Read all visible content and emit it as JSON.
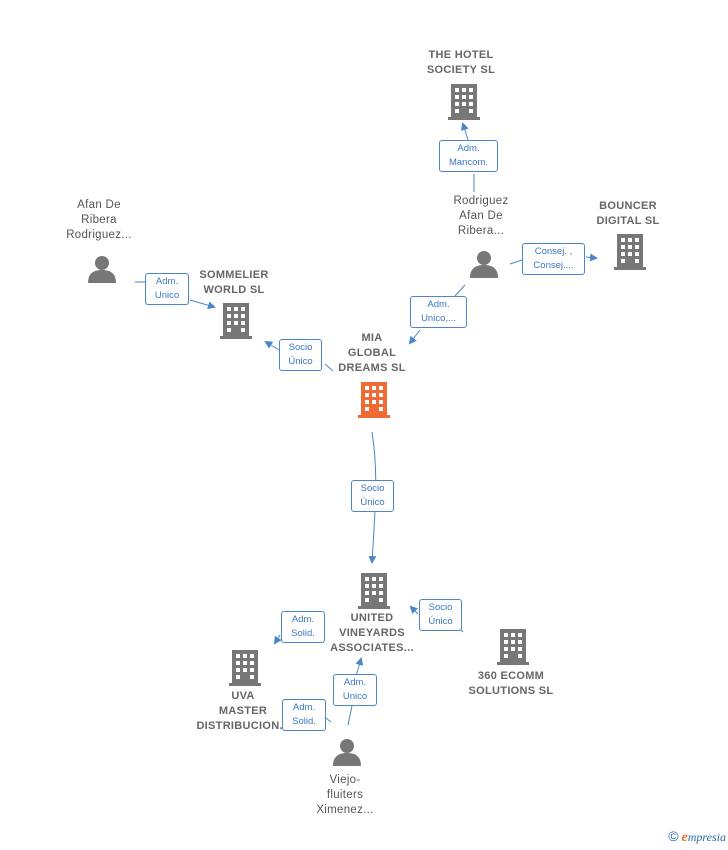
{
  "colors": {
    "edge": "#4a86c8",
    "building": "#777777",
    "focus_building": "#f06a35",
    "person": "#777777"
  },
  "nodes": {
    "hotel": {
      "label": "THE HOTEL\nSOCIETY  SL",
      "icon": "building-icon"
    },
    "bouncer": {
      "label": "BOUNCER\nDIGITAL  SL",
      "icon": "building-icon"
    },
    "rodriguez": {
      "label": "Rodriguez\nAfan De\nRibera...",
      "icon": "person-icon"
    },
    "afan": {
      "label": "Afan De\nRibera\nRodriguez...",
      "icon": "person-icon"
    },
    "sommelier": {
      "label": "SOMMELIER\nWORLD  SL",
      "icon": "building-icon"
    },
    "mia": {
      "label": "MIA\nGLOBAL\nDREAMS  SL",
      "icon": "building-icon"
    },
    "united": {
      "label": "UNITED\nVINEYARDS\nASSOCIATES...",
      "icon": "building-icon"
    },
    "ecomm": {
      "label": "360 ECOMM\nSOLUTIONS  SL",
      "icon": "building-icon"
    },
    "uva": {
      "label": "UVA\nMASTER\nDISTRIBUCION...",
      "icon": "building-icon"
    },
    "viejo": {
      "label": "Viejo-\nfluiters\nXimenez...",
      "icon": "person-icon"
    }
  },
  "edges": {
    "rod_hotel": "Adm.\nMancom.",
    "rod_bouncer": "Consej. ,\nConsej....",
    "rod_mia": "Adm.\nUnico,...",
    "afan_sommelier": "Adm.\nUnico",
    "mia_sommelier": "Socio\nÚnico",
    "mia_united": "Socio\nÚnico",
    "ecomm_united": "Socio\nÚnico",
    "united_uva": "Adm.\nSolid.",
    "viejo_uva": "Adm.\nSolid.",
    "viejo_united": "Adm.\nUnico"
  },
  "brand": {
    "copyright": "©",
    "initial": "e",
    "name": "mpresia"
  }
}
